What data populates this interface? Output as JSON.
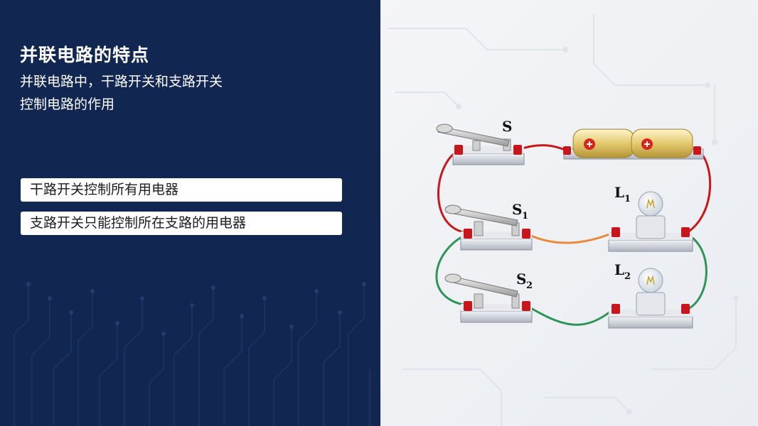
{
  "slide": {
    "title": "并联电路的特点",
    "subtitle_lines": [
      "并联电路中，干路开关和支路开关",
      "控制电路的作用"
    ],
    "points": [
      "干路开关控制所有用电器",
      "支路开关只能控制所在支路的用电器"
    ]
  },
  "diagram": {
    "main_switch": "S",
    "branch_switch_1": "S",
    "branch_switch_1_sub": "1",
    "branch_switch_2": "S",
    "branch_switch_2_sub": "2",
    "lamp_1": "L",
    "lamp_1_sub": "1",
    "lamp_2": "L",
    "lamp_2_sub": "2"
  },
  "colors": {
    "panel": "#112650",
    "wire_main": "#c61a1a",
    "wire_branch_1": "#e88a3c",
    "wire_branch_2": "#2f9458",
    "terminal": "#c8161d",
    "battery": "#e8d48a"
  }
}
